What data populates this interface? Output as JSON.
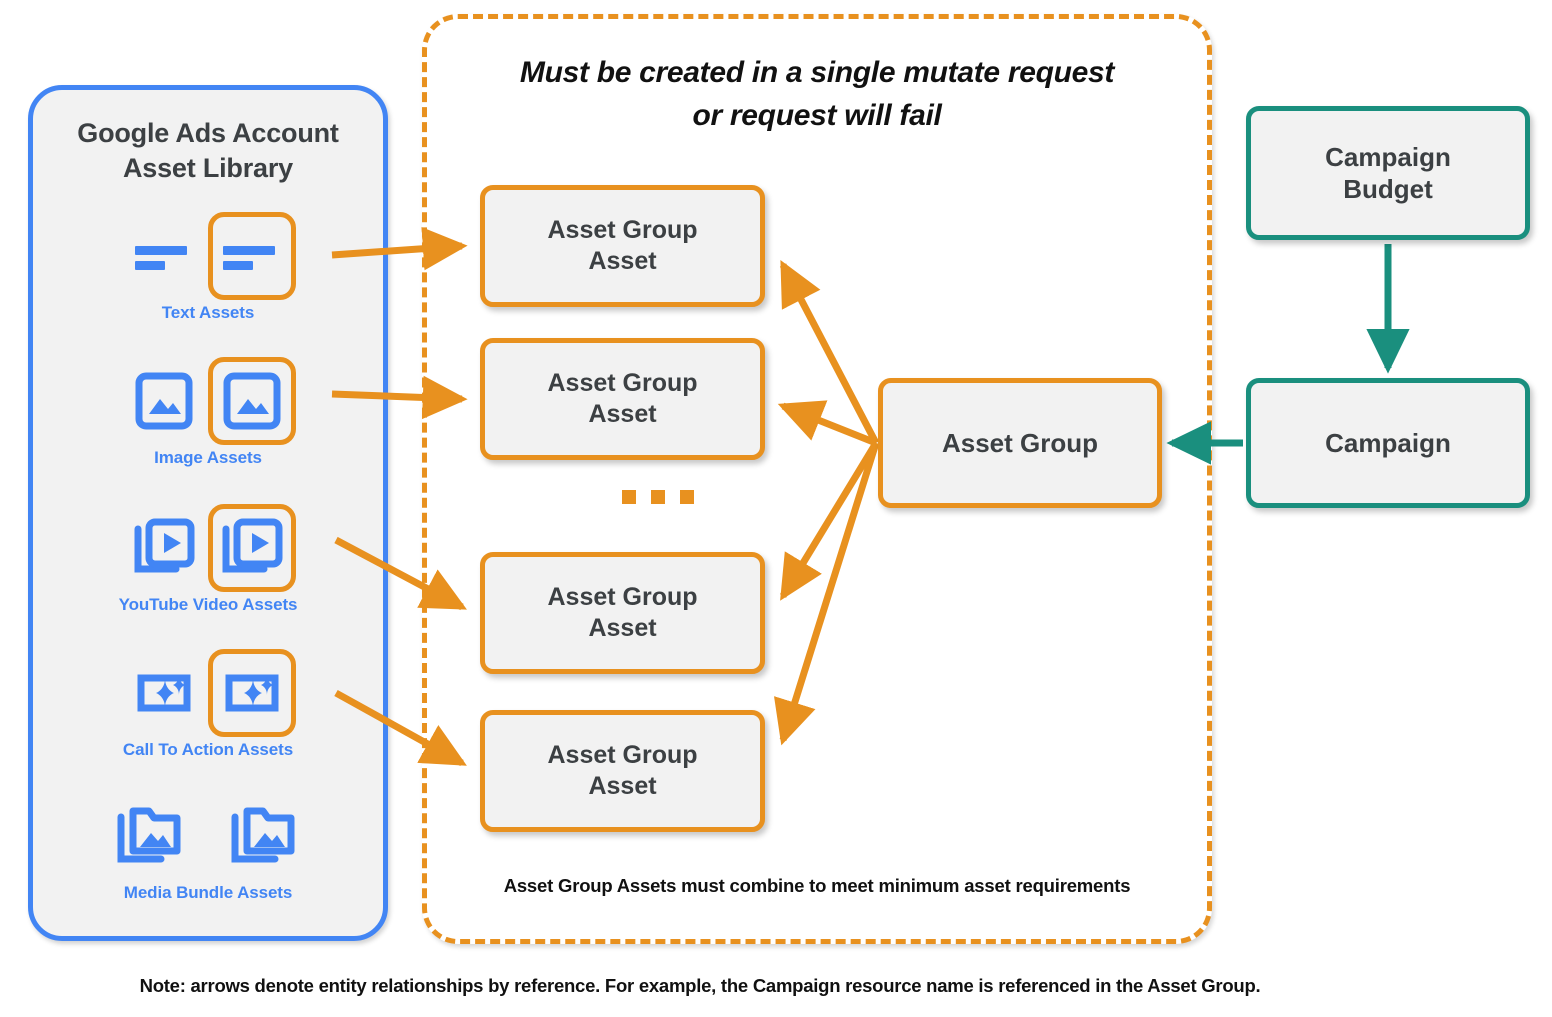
{
  "colors": {
    "orange": "#E8911F",
    "blue": "#4285F4",
    "teal": "#1A8F7E",
    "node_fill": "#F2F2F2",
    "text_dark": "#3C4043"
  },
  "library": {
    "title_line1": "Google Ads Account",
    "title_line2": "Asset Library",
    "assets": [
      {
        "label": "Text Assets",
        "icon": "text-lines-icon",
        "highlighted": true
      },
      {
        "label": "Image Assets",
        "icon": "image-icon",
        "highlighted": true
      },
      {
        "label": "YouTube Video  Assets",
        "icon": "video-stack-icon",
        "highlighted": true
      },
      {
        "label": "Call To Action Assets",
        "icon": "call-to-action-sparkle-icon",
        "highlighted": true
      },
      {
        "label": "Media Bundle  Assets",
        "icon": "media-bundle-folder-icon",
        "highlighted": false
      }
    ]
  },
  "mutate": {
    "heading_line1": "Must be created in a single mutate request",
    "heading_line2": "or request will fail",
    "footnote": "Asset Group Assets must combine to meet minimum asset requirements",
    "asset_group_assets": [
      {
        "line1": "Asset Group",
        "line2": "Asset"
      },
      {
        "line1": "Asset Group",
        "line2": "Asset"
      },
      {
        "line1": "Asset Group",
        "line2": "Asset"
      },
      {
        "line1": "Asset Group",
        "line2": "Asset"
      }
    ],
    "ellipsis": "..."
  },
  "nodes": {
    "asset_group": "Asset Group",
    "campaign_budget_line1": "Campaign",
    "campaign_budget_line2": "Budget",
    "campaign": "Campaign"
  },
  "note": "Note: arrows denote entity relationships by reference. For example, the Campaign resource name is referenced in the Asset Group."
}
